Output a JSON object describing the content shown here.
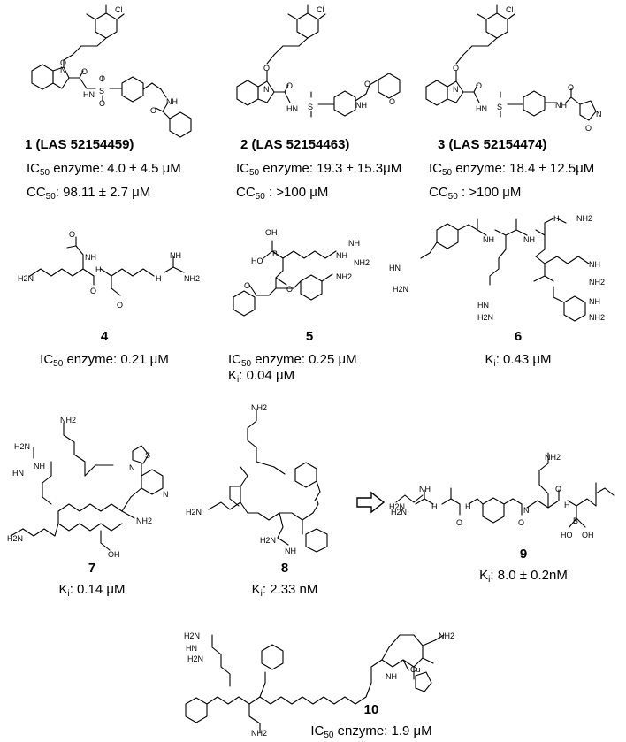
{
  "compounds": [
    {
      "number": "1 (LAS 52154459)",
      "lines": [
        [
          "IC",
          "50",
          " enzyme: 4.0 ± 4.5 μM"
        ],
        [
          "CC",
          "50",
          ": 98.11 ± 2.7 μM"
        ]
      ]
    },
    {
      "number": "2 (LAS 52154463)",
      "lines": [
        [
          "IC",
          "50",
          " enzyme: 19.3 ± 15.3μM"
        ],
        [
          "CC",
          "50",
          " : >100 μM"
        ]
      ]
    },
    {
      "number": "3 (LAS 52154474)",
      "lines": [
        [
          "IC",
          "50",
          " enzyme: 18.4 ± 12.5μM"
        ],
        [
          "CC",
          "50",
          " : >100 μM"
        ]
      ]
    },
    {
      "number": "4",
      "lines": [
        [
          "IC",
          "50",
          " enzyme: 0.21 μM"
        ]
      ]
    },
    {
      "number": "5",
      "lines": [
        [
          "IC",
          "50",
          " enzyme: 0.25 μM"
        ],
        [
          "K",
          "i",
          ": 0.04 μM"
        ]
      ]
    },
    {
      "number": "6",
      "lines": [
        [
          "K",
          "i",
          ": 0.43 μM"
        ]
      ]
    },
    {
      "number": "7",
      "lines": [
        [
          "K",
          "i",
          ": 0.14 μM"
        ]
      ]
    },
    {
      "number": "8",
      "lines": [
        [
          "K",
          "i",
          ": 2.33 nM"
        ]
      ]
    },
    {
      "number": "9",
      "lines": [
        [
          "K",
          "i",
          ": 8.0 ± 0.2nM"
        ]
      ]
    },
    {
      "number": "10",
      "lines": [
        [
          "IC",
          "50",
          " enzyme: 1.9 μM"
        ]
      ]
    }
  ],
  "atoms": {
    "cl": "Cl",
    "o": "O",
    "n": "N",
    "s": "S",
    "h": "H",
    "nh": "NH",
    "nh2": "NH2",
    "hn": "HN",
    "h2n": "H2N",
    "b": "B",
    "oh": "OH",
    "ho": "HO",
    "cu": "Cu"
  }
}
